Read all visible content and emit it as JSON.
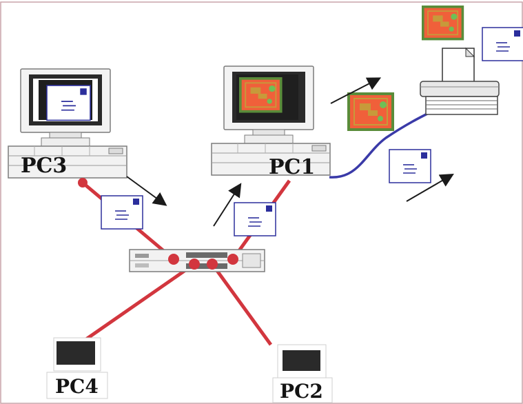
{
  "diagram": {
    "nodes": [
      {
        "id": "pc3",
        "label": "PC3"
      },
      {
        "id": "pc1",
        "label": "PC1"
      },
      {
        "id": "pc4",
        "label": "PC4"
      },
      {
        "id": "pc2",
        "label": "PC2"
      },
      {
        "id": "switch",
        "label": ""
      },
      {
        "id": "printer",
        "label": ""
      }
    ],
    "links": [
      {
        "from": "pc3",
        "to": "switch",
        "kind": "ethernet"
      },
      {
        "from": "pc1",
        "to": "switch",
        "kind": "ethernet"
      },
      {
        "from": "pc4",
        "to": "switch",
        "kind": "ethernet"
      },
      {
        "from": "pc2",
        "to": "switch",
        "kind": "ethernet"
      },
      {
        "from": "pc1",
        "to": "printer",
        "kind": "printer-cable"
      }
    ],
    "icons": {
      "message": "envelope-icon",
      "print_job": "picture-document-icon",
      "direction": "arrow-icon"
    },
    "colors": {
      "ethernet_cable": "#d2363e",
      "printer_cable": "#3a3aa8",
      "border": "#c9a3a8",
      "envelope_stamp": "#2b2e9c",
      "picture_fill": "#f0603a",
      "picture_frame": "#5a8c3a"
    }
  }
}
